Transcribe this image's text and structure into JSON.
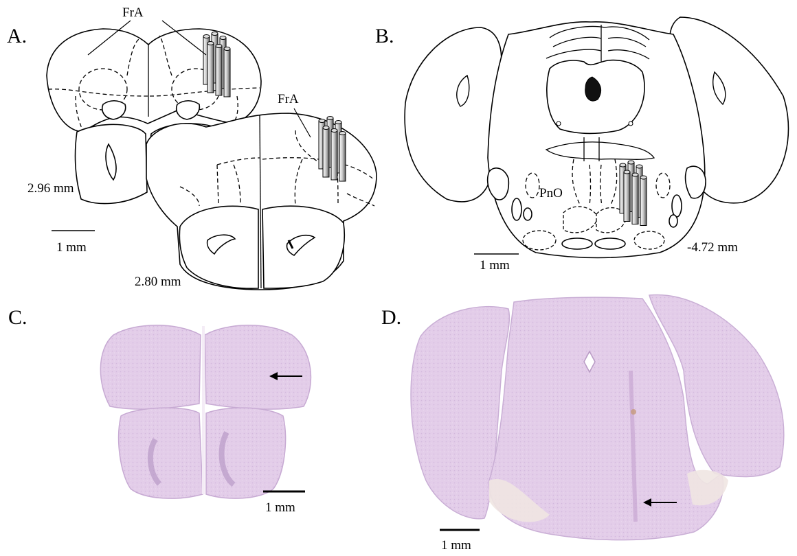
{
  "panels": {
    "a": {
      "letter": "A.",
      "region_top": "FrA",
      "region_mid": "FrA",
      "level_left": "2.96 mm",
      "level_bottom": "2.80 mm",
      "scale": "1 mm"
    },
    "b": {
      "letter": "B.",
      "region": "PnO",
      "level": "-4.72 mm",
      "scale": "1 mm"
    },
    "c": {
      "letter": "C.",
      "scale": "1 mm"
    },
    "d": {
      "letter": "D.",
      "scale": "1 mm"
    }
  },
  "colors": {
    "tissue": "#e3cde9",
    "tissue_dark": "#cfb2da",
    "ink": "#000000",
    "electrode_light": "#f2f2f2",
    "electrode_dark": "#6e6e6e"
  },
  "icons": [
    "electrode-array-icon",
    "arrow-left-icon"
  ]
}
